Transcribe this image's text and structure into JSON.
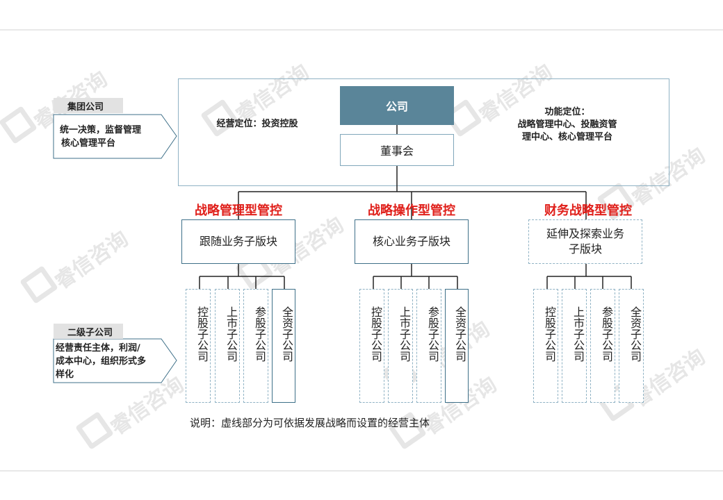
{
  "watermark": "睿信咨询",
  "company": {
    "label": "公司"
  },
  "board": {
    "label": "董事会"
  },
  "business_positioning": "经营定位：投资控股",
  "function_positioning": {
    "line1": "功能定位：",
    "line2": "战略管理中心、投融资管",
    "line3": "理中心、核心管理平台"
  },
  "side": {
    "group": {
      "label": "集团公司",
      "desc_line1": "统一决策，监督管理",
      "desc_line2": "核心管理平台"
    },
    "sub": {
      "label": "二级子公司",
      "desc_line1": "经营责任主体，利润/",
      "desc_line2": "成本中心，组织形式多",
      "desc_line3": "样化"
    }
  },
  "groups": [
    {
      "title": "战略管理型管控",
      "segment": "跟随业务子版块",
      "segment_dashed": false,
      "subs": [
        {
          "label": "控股子公司",
          "dashed": true
        },
        {
          "label": "上市子公司",
          "dashed": true
        },
        {
          "label": "参股子公司",
          "dashed": true
        },
        {
          "label": "全资子公司",
          "dashed": false
        }
      ]
    },
    {
      "title": "战略操作型管控",
      "segment": "核心业务子版块",
      "segment_dashed": false,
      "subs": [
        {
          "label": "控股子公司",
          "dashed": true
        },
        {
          "label": "上市子公司",
          "dashed": true
        },
        {
          "label": "参股子公司",
          "dashed": true
        },
        {
          "label": "全资子公司",
          "dashed": false
        }
      ]
    },
    {
      "title": "财务战略型管控",
      "segment": "延伸及探索业务子版块",
      "segment_line1": "延伸及探索业务",
      "segment_line2": "子版块",
      "segment_dashed": true,
      "subs": [
        {
          "label": "控股子公司",
          "dashed": true
        },
        {
          "label": "上市子公司",
          "dashed": true
        },
        {
          "label": "参股子公司",
          "dashed": true
        },
        {
          "label": "全资子公司",
          "dashed": true
        }
      ]
    }
  ],
  "note": "说明：虚线部分为可依据发展战略而设置的经营主体",
  "colors": {
    "company_fill": "#5a8599",
    "title_red": "#e0201b",
    "frame": "#8fb2c4",
    "solid_border": "#3d6f88"
  }
}
